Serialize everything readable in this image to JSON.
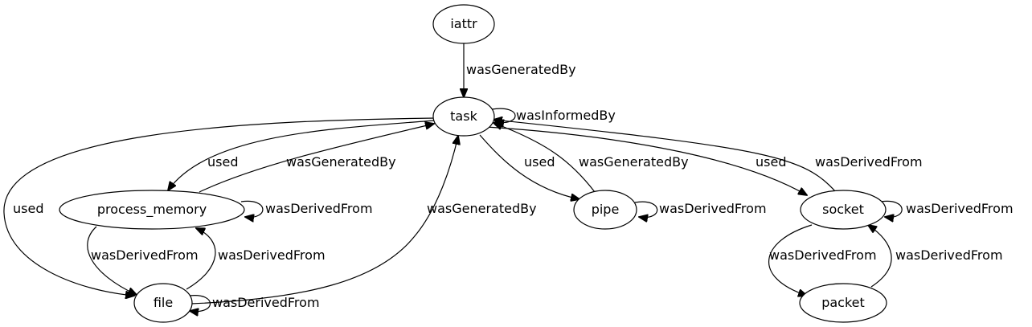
{
  "diagram": {
    "type": "provenance-graph",
    "colors": {
      "stroke": "#000000",
      "background": "#ffffff",
      "text": "#000000"
    },
    "nodes": [
      {
        "id": "iattr",
        "label": "iattr"
      },
      {
        "id": "task",
        "label": "task"
      },
      {
        "id": "process_memory",
        "label": "process_memory"
      },
      {
        "id": "pipe",
        "label": "pipe"
      },
      {
        "id": "socket",
        "label": "socket"
      },
      {
        "id": "file",
        "label": "file"
      },
      {
        "id": "packet",
        "label": "packet"
      }
    ],
    "edges": [
      {
        "id": "iattr-task",
        "from": "iattr",
        "to": "task",
        "label": "wasGeneratedBy"
      },
      {
        "id": "task-task",
        "from": "task",
        "to": "task",
        "label": "wasInformedBy"
      },
      {
        "id": "task-process_memory",
        "from": "task",
        "to": "process_memory",
        "label": "used"
      },
      {
        "id": "process_memory-task",
        "from": "process_memory",
        "to": "task",
        "label": "wasGeneratedBy"
      },
      {
        "id": "task-file",
        "from": "task",
        "to": "file",
        "label": "used"
      },
      {
        "id": "file-task",
        "from": "file",
        "to": "task",
        "label": "wasGeneratedBy"
      },
      {
        "id": "task-pipe",
        "from": "task",
        "to": "pipe",
        "label": "used"
      },
      {
        "id": "pipe-task",
        "from": "pipe",
        "to": "task",
        "label": "wasGeneratedBy"
      },
      {
        "id": "task-socket",
        "from": "task",
        "to": "socket",
        "label": "used"
      },
      {
        "id": "socket-task",
        "from": "socket",
        "to": "task",
        "label": "wasDerivedFrom"
      },
      {
        "id": "process_memory-process_memory",
        "from": "process_memory",
        "to": "process_memory",
        "label": "wasDerivedFrom"
      },
      {
        "id": "process_memory-file",
        "from": "process_memory",
        "to": "file",
        "label": "wasDerivedFrom"
      },
      {
        "id": "file-process_memory",
        "from": "file",
        "to": "process_memory",
        "label": "wasDerivedFrom"
      },
      {
        "id": "file-file",
        "from": "file",
        "to": "file",
        "label": "wasDerivedFrom"
      },
      {
        "id": "pipe-pipe",
        "from": "pipe",
        "to": "pipe",
        "label": "wasDerivedFrom"
      },
      {
        "id": "socket-socket",
        "from": "socket",
        "to": "socket",
        "label": "wasDerivedFrom"
      },
      {
        "id": "socket-packet",
        "from": "socket",
        "to": "packet",
        "label": "wasDerivedFrom"
      },
      {
        "id": "packet-socket",
        "from": "packet",
        "to": "socket",
        "label": "wasDerivedFrom"
      }
    ]
  }
}
